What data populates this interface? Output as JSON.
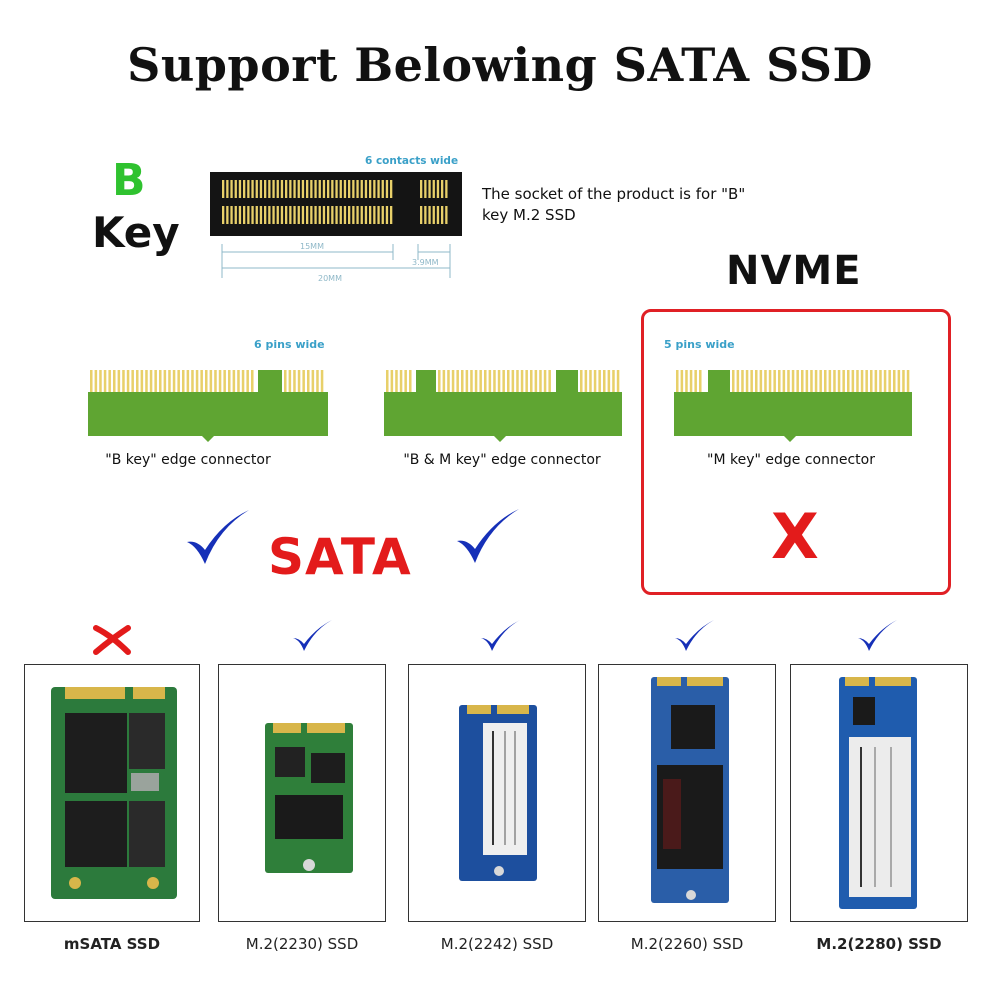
{
  "title": "Support Belowing SATA SSD",
  "bkey": {
    "letter": "B",
    "word": "Key",
    "contacts_label": "6 contacts wide",
    "dim_a": "15MM",
    "dim_b": "3.9MM",
    "dim_c": "20MM",
    "description": "The socket of the product is for \"B\" key M.2 SSD"
  },
  "nvme_label": "NVME",
  "connectors": [
    {
      "label": "\"B key\" edge connector",
      "pins_label": "6 pins wide",
      "supported": true
    },
    {
      "label": "\"B & M key\" edge connector",
      "pins_label": "",
      "supported": true
    },
    {
      "label": "\"M key\" edge connector",
      "pins_label": "5 pins wide",
      "supported": false
    }
  ],
  "sata_label": "SATA",
  "nvme_x": "X",
  "ssds": [
    {
      "label": "mSATA SSD",
      "supported": false
    },
    {
      "label": "M.2(2230) SSD",
      "supported": true
    },
    {
      "label": "M.2(2242) SSD",
      "supported": true
    },
    {
      "label": "M.2(2260) SSD",
      "supported": true
    },
    {
      "label": "M.2(2280) SSD",
      "supported": true
    }
  ],
  "colors": {
    "pcb_green": "#5fa532",
    "gold": "#e8d06a",
    "check_blue": "#1630b8",
    "red": "#e31b1b",
    "key_green": "#2fc22f"
  }
}
